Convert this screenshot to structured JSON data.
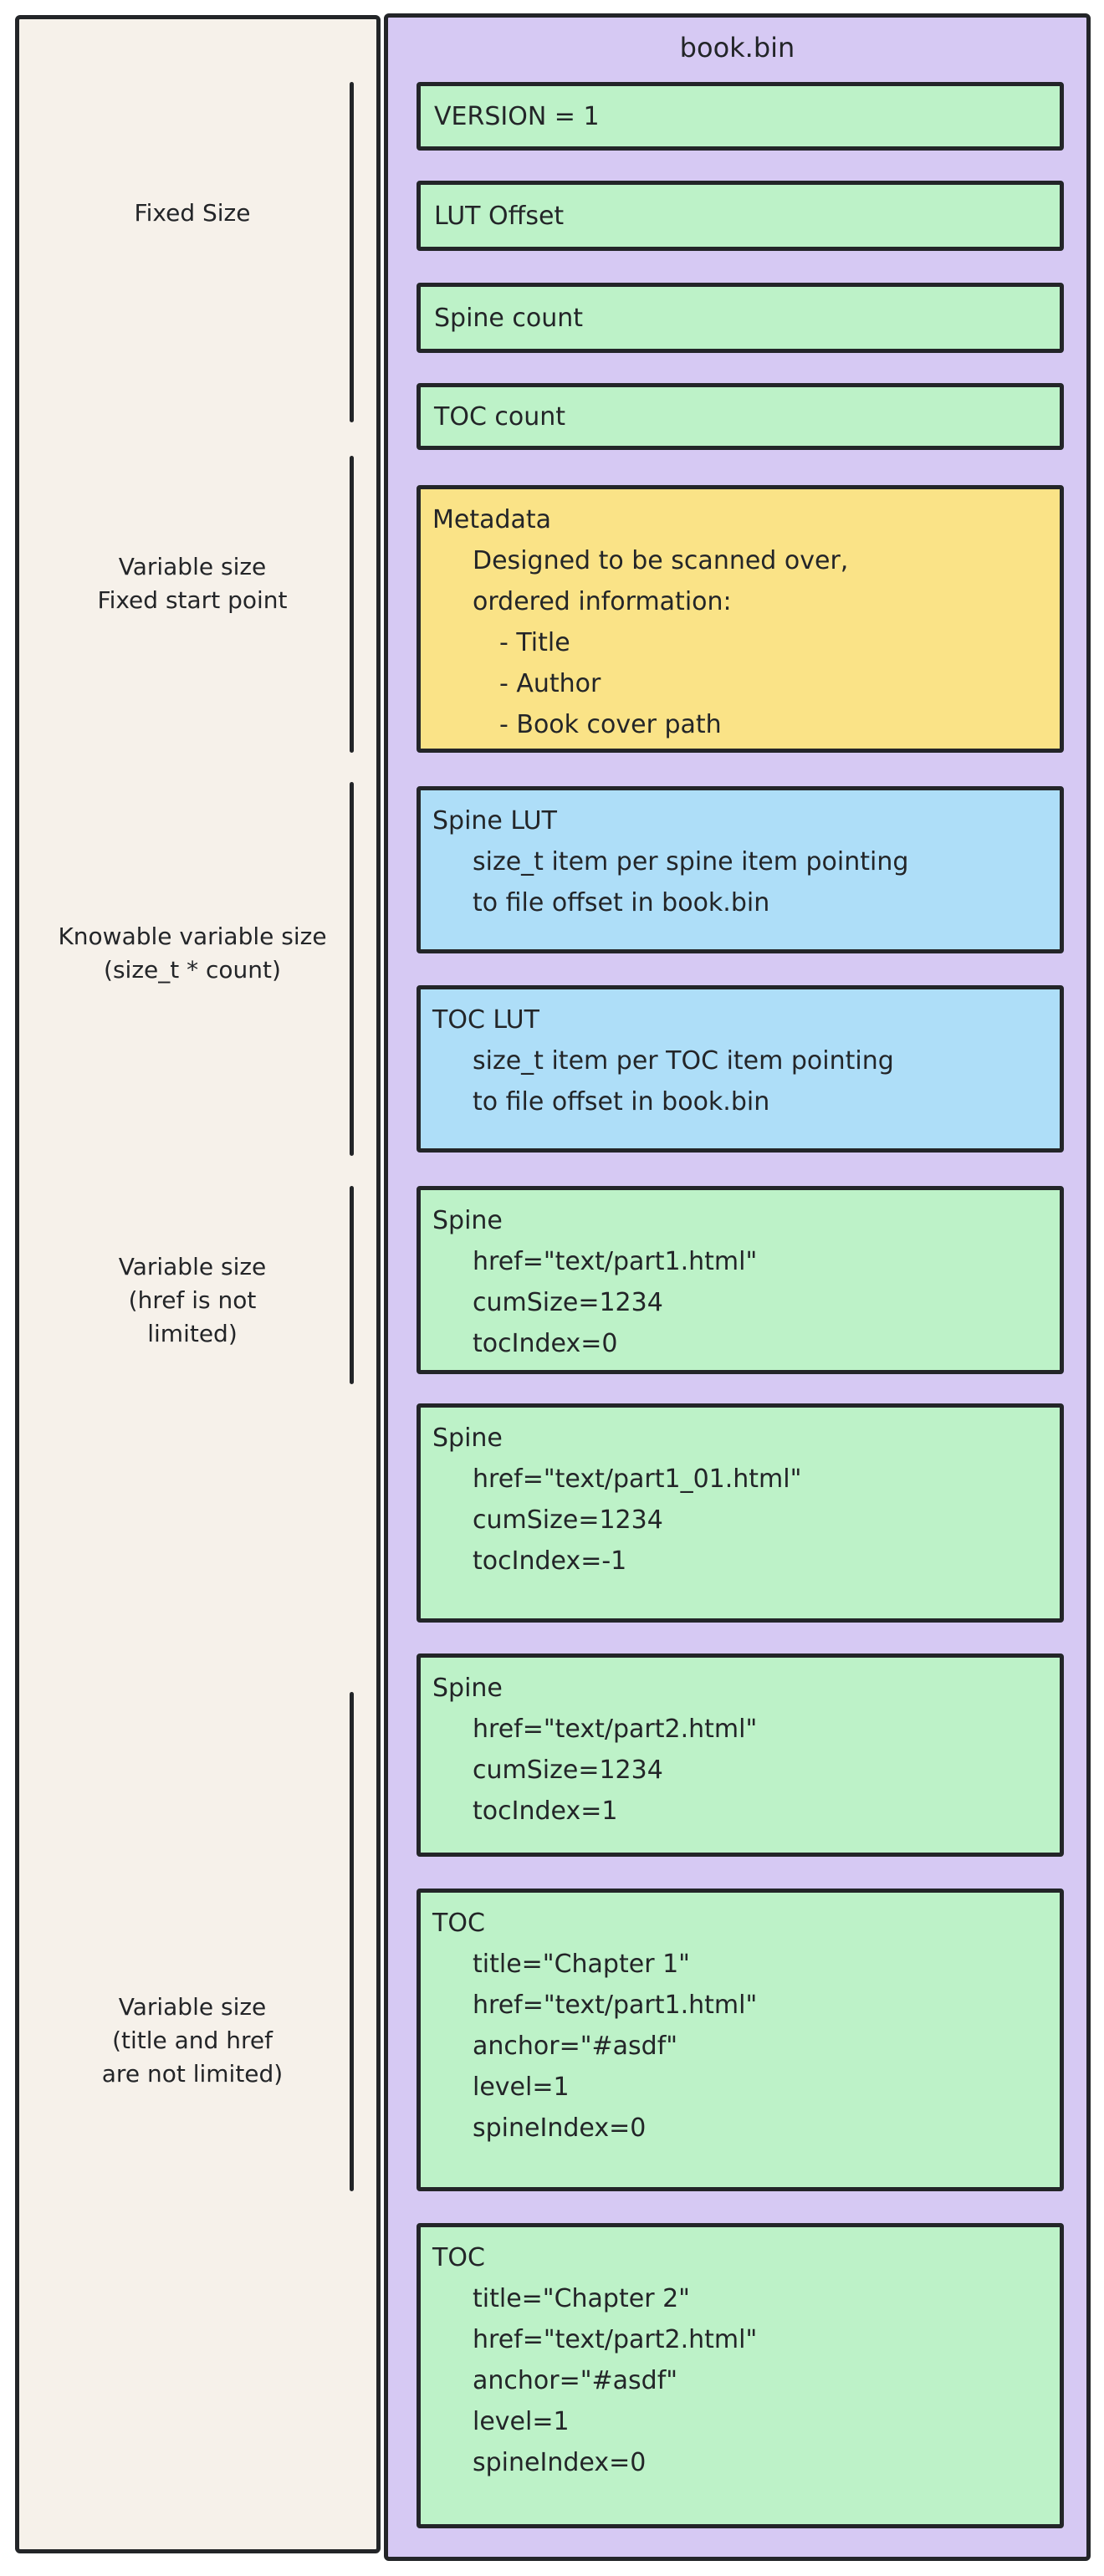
{
  "title": "book.bin",
  "colors": {
    "left_panel_bg": "#f6f1ea",
    "file_panel_bg": "#d6c9f3",
    "box_green": "#bdf2c8",
    "box_yellow": "#fae387",
    "box_blue": "#aedef8",
    "stroke": "#232528"
  },
  "side_labels": [
    {
      "lines": [
        "Fixed Size"
      ]
    },
    {
      "lines": [
        "Variable size",
        "Fixed start point"
      ]
    },
    {
      "lines": [
        "Knowable variable size",
        "(size_t * count)"
      ]
    },
    {
      "lines": [
        "Variable size",
        "(href is not",
        "limited)"
      ]
    },
    {
      "lines": [
        "Variable size",
        "(title and href",
        "are not limited)"
      ]
    }
  ],
  "boxes": [
    {
      "kind": "field",
      "color": "green",
      "lines": [
        {
          "text": "VERSION = 1"
        }
      ]
    },
    {
      "kind": "field",
      "color": "green",
      "lines": [
        {
          "text": "LUT Offset"
        }
      ]
    },
    {
      "kind": "field",
      "color": "green",
      "lines": [
        {
          "text": "Spine count"
        }
      ]
    },
    {
      "kind": "field",
      "color": "green",
      "lines": [
        {
          "text": "TOC count"
        }
      ]
    },
    {
      "kind": "record",
      "color": "yellow",
      "lines": [
        {
          "text": "Metadata"
        },
        {
          "text": "Designed to be scanned over,"
        },
        {
          "text": "ordered information:"
        },
        {
          "text": "- Title"
        },
        {
          "text": "- Author"
        },
        {
          "text": "- Book cover path"
        }
      ]
    },
    {
      "kind": "record",
      "color": "blue",
      "lines": [
        {
          "text": "Spine LUT"
        },
        {
          "text": "size_t item per spine item pointing"
        },
        {
          "text": "to file offset in book.bin"
        }
      ]
    },
    {
      "kind": "record",
      "color": "blue",
      "lines": [
        {
          "text": "TOC LUT"
        },
        {
          "text": "size_t item per TOC item pointing"
        },
        {
          "text": "to file offset in book.bin"
        }
      ]
    },
    {
      "kind": "record",
      "color": "green",
      "lines": [
        {
          "text": "Spine"
        },
        {
          "text": "href=\"text/part1.html\""
        },
        {
          "text": "cumSize=1234"
        },
        {
          "text": "tocIndex=0"
        }
      ]
    },
    {
      "kind": "record",
      "color": "green",
      "lines": [
        {
          "text": "Spine"
        },
        {
          "text": "href=\"text/part1_01.html\""
        },
        {
          "text": "cumSize=1234"
        },
        {
          "text": "tocIndex=-1"
        }
      ]
    },
    {
      "kind": "record",
      "color": "green",
      "lines": [
        {
          "text": "Spine"
        },
        {
          "text": "href=\"text/part2.html\""
        },
        {
          "text": "cumSize=1234"
        },
        {
          "text": "tocIndex=1"
        }
      ]
    },
    {
      "kind": "record",
      "color": "green",
      "lines": [
        {
          "text": "TOC"
        },
        {
          "text": "title=\"Chapter 1\""
        },
        {
          "text": "href=\"text/part1.html\""
        },
        {
          "text": "anchor=\"#asdf\""
        },
        {
          "text": "level=1"
        },
        {
          "text": "spineIndex=0"
        }
      ]
    },
    {
      "kind": "record",
      "color": "green",
      "lines": [
        {
          "text": "TOC"
        },
        {
          "text": "title=\"Chapter 2\""
        },
        {
          "text": "href=\"text/part2.html\""
        },
        {
          "text": "anchor=\"#asdf\""
        },
        {
          "text": "level=1"
        },
        {
          "text": "spineIndex=0"
        }
      ]
    }
  ]
}
